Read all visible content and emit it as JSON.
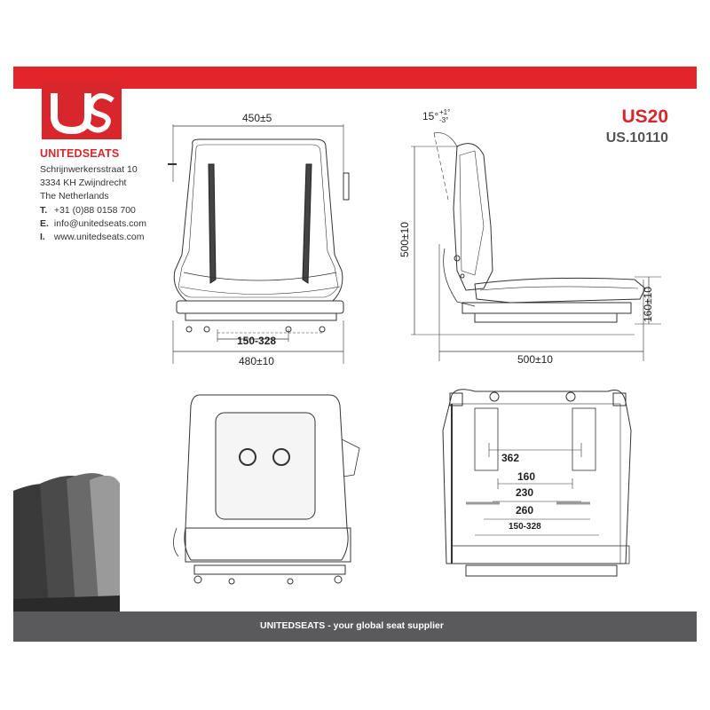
{
  "model": {
    "name": "US20",
    "code": "US.10110"
  },
  "company": {
    "name": "UNITEDSEATS",
    "street": "Schrijnwerkersstraat 10",
    "city": "3334 KH Zwijndrecht",
    "country": "The Netherlands",
    "phone_label": "T.",
    "phone": "+31 (0)88 0158 700",
    "email_label": "E.",
    "email": "info@unitedseats.com",
    "web_label": "I.",
    "web": "www.unitedseats.com"
  },
  "dimensions": {
    "front_width": "450±5",
    "slide_range": "150-328",
    "base_width": "480±10",
    "tilt_angle": "15°",
    "tilt_tol_plus": "+1°",
    "tilt_tol_minus": "-3°",
    "total_height": "500±10",
    "side_depth": "500±10",
    "base_height": "160±10",
    "bottom_362": "362",
    "bottom_160": "160",
    "bottom_230": "230",
    "bottom_260": "260",
    "bottom_slide": "150-328"
  },
  "footer": {
    "text": "UNITEDSEATS  -  your global seat supplier"
  },
  "colors": {
    "brand_red": "#d9262c",
    "footer_gray": "#5a5a5c"
  }
}
